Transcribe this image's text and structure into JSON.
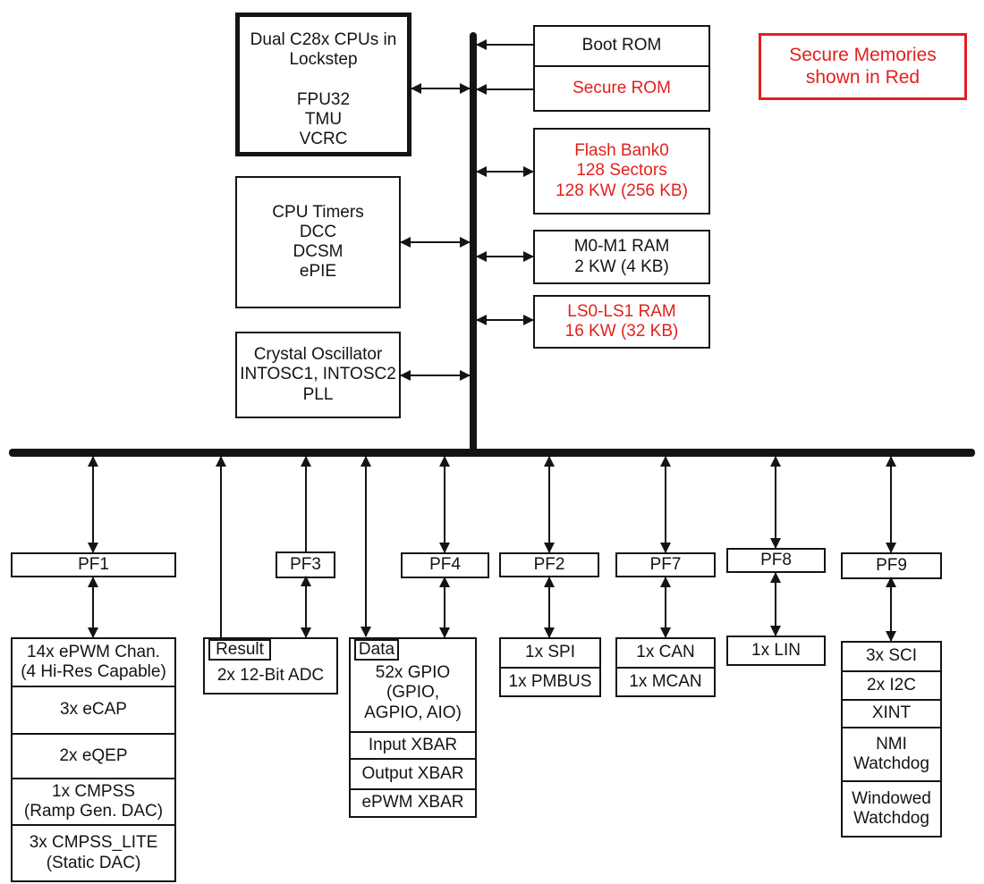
{
  "colors": {
    "secure_red": "#e2201d",
    "line_black": "#141414",
    "background": "#ffffff"
  },
  "legend_note": {
    "text": "Secure Memories\nshown in Red"
  },
  "cpu_block": {
    "title": "Dual C28x CPUs in\nLockstep",
    "features": "FPU32\nTMU\nVCRC"
  },
  "timers_block": {
    "label": "CPU Timers\nDCC\nDCSM\nePIE"
  },
  "clock_block": {
    "label": "Crystal Oscillator\nINTOSC1, INTOSC2\nPLL"
  },
  "memories": [
    {
      "name": "boot-rom",
      "label": "Boot ROM",
      "secure": false
    },
    {
      "name": "secure-rom",
      "label": "Secure ROM",
      "secure": true
    },
    {
      "name": "flash-bank0",
      "label": "Flash Bank0\n128 Sectors\n128 KW (256 KB)",
      "secure": true
    },
    {
      "name": "m0-m1-ram",
      "label": "M0-M1 RAM\n2 KW (4 KB)",
      "secure": false
    },
    {
      "name": "ls0-ls1-ram",
      "label": "LS0-LS1 RAM\n16 KW (32 KB)",
      "secure": true
    }
  ],
  "peripheral_frames": {
    "pf1": {
      "label": "PF1",
      "modules": [
        "14x ePWM Chan.\n(4 Hi-Res Capable)",
        "3x eCAP",
        "2x eQEP",
        "1x CMPSS\n(Ramp Gen. DAC)",
        "3x CMPSS_LITE\n(Static DAC)"
      ]
    },
    "pf3": {
      "label": "PF3",
      "tab": "Result",
      "modules": [
        "2x 12-Bit ADC"
      ]
    },
    "pf4": {
      "label": "PF4",
      "tab": "Data",
      "modules": [
        "52x GPIO\n(GPIO,\nAGPIO, AIO)",
        "Input XBAR",
        "Output XBAR",
        "ePWM XBAR"
      ]
    },
    "pf2": {
      "label": "PF2",
      "modules": [
        "1x SPI",
        "1x PMBUS"
      ]
    },
    "pf7": {
      "label": "PF7",
      "modules": [
        "1x CAN",
        "1x MCAN"
      ]
    },
    "pf8": {
      "label": "PF8",
      "modules": [
        "1x LIN"
      ]
    },
    "pf9": {
      "label": "PF9",
      "modules": [
        "3x SCI",
        "2x I2C",
        "XINT",
        "NMI\nWatchdog",
        "Windowed\nWatchdog"
      ]
    }
  }
}
